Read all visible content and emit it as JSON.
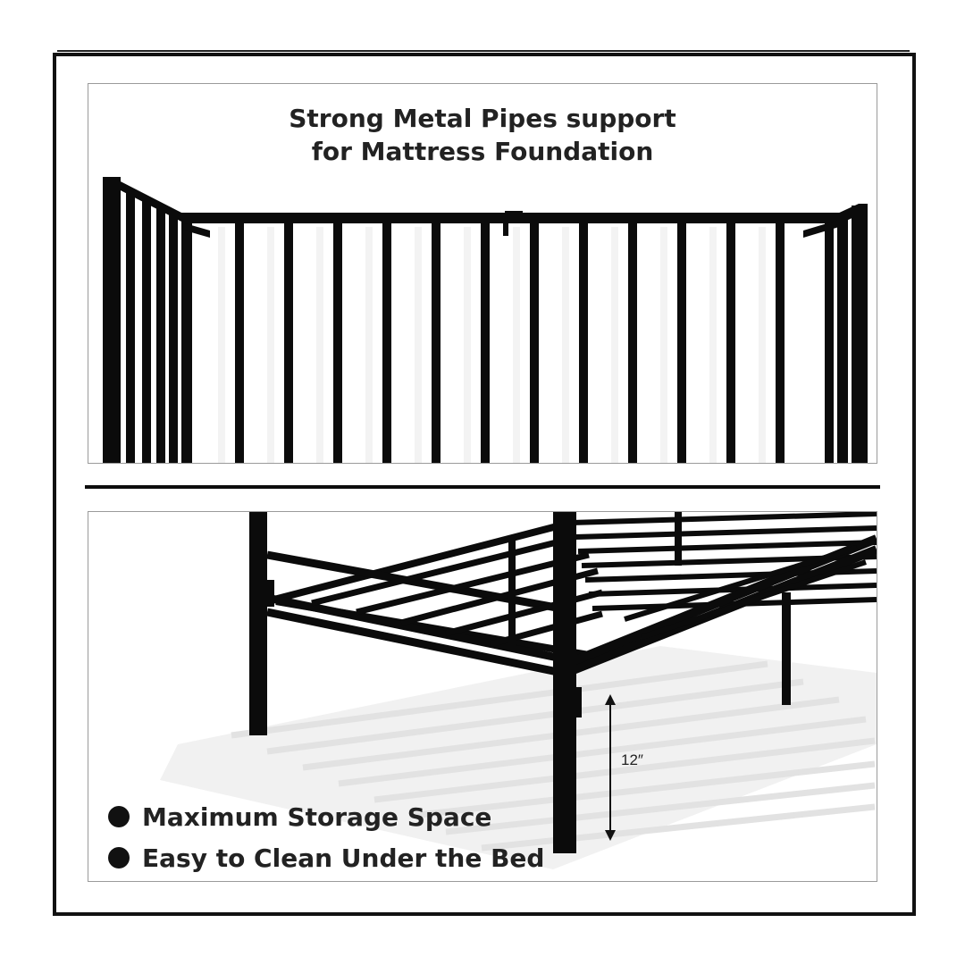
{
  "top_panel": {
    "headline_line1": "Strong Metal Pipes support",
    "headline_line2": "for Mattress Foundation"
  },
  "bottom_panel": {
    "features": [
      {
        "icon": "chevron-right-circle-icon",
        "text": "Maximum Storage Space"
      },
      {
        "icon": "chevron-right-circle-icon",
        "text": "Easy to Clean Under the Bed"
      }
    ],
    "height_label": "12″"
  },
  "colors": {
    "frame": "#111111",
    "metal": "#0b0b0b",
    "shadow": "#e6e6e6",
    "text": "#222222"
  }
}
